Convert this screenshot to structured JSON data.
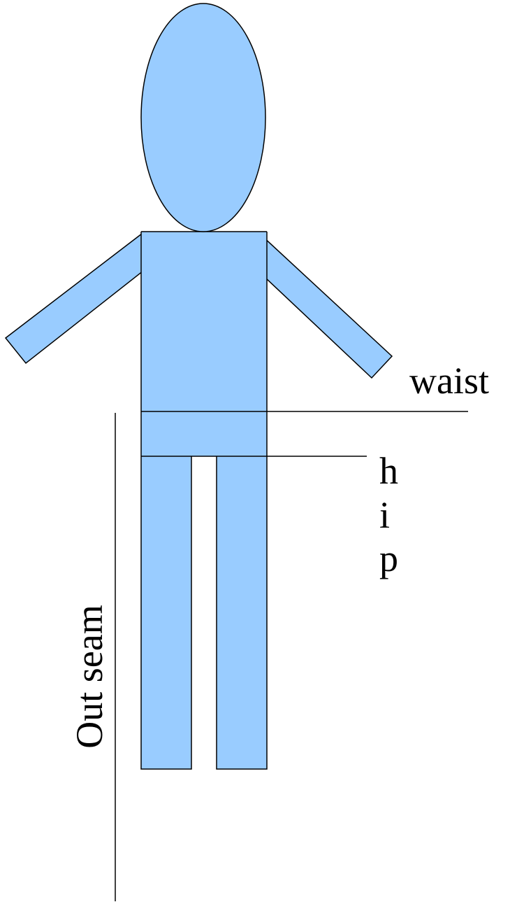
{
  "labels": {
    "waist": "waist",
    "hip": [
      "h",
      "i",
      "p"
    ],
    "outseam": "Out seam"
  },
  "colors": {
    "body_fill": "#99CCFF",
    "outline": "#000000",
    "background": "#FFFFFF"
  }
}
